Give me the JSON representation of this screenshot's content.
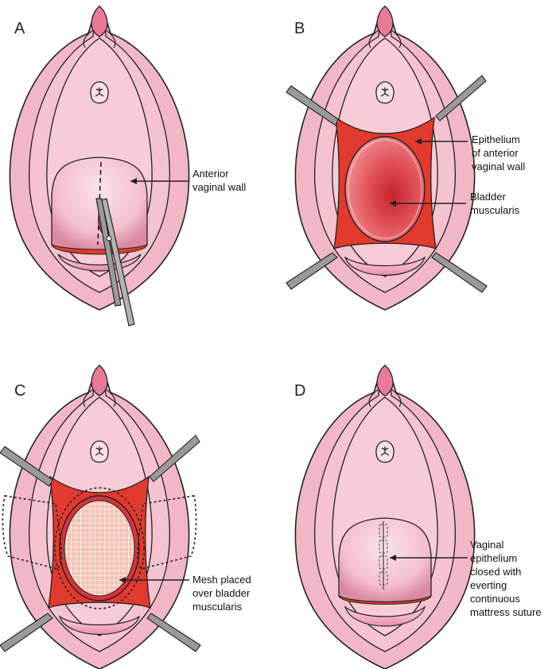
{
  "panels": [
    {
      "letter": "A",
      "label_lines": [
        "Anterior",
        "vaginal wall"
      ]
    },
    {
      "letter": "B",
      "label_lines": [
        "Epithelium",
        "of anterior",
        "vaginal wall"
      ],
      "label2_lines": [
        "Bladder",
        "muscularis"
      ]
    },
    {
      "letter": "C",
      "label_lines": [
        "Mesh placed",
        "over bladder",
        "muscularis"
      ]
    },
    {
      "letter": "D",
      "label_lines": [
        "Vaginal",
        "epithelium",
        "closed with",
        "everting",
        "continuous",
        "mattress suture"
      ]
    }
  ],
  "colors": {
    "skin": "#f2b7c6",
    "skin_light": "#f8d3dc",
    "outline": "#222222",
    "tissue_red": "#e23a2e",
    "muscularis": "#d9333c",
    "instrument": "#9a9a9a"
  }
}
